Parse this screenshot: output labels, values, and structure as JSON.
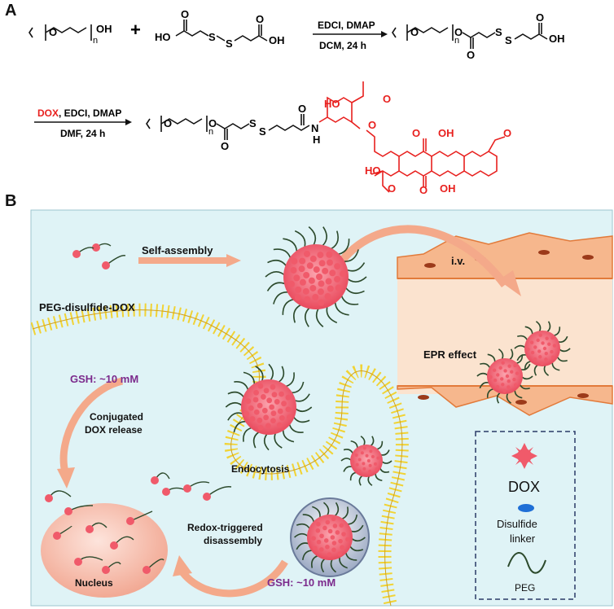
{
  "panel_a": {
    "letter": "A",
    "reagent_plus": "+",
    "step1_conditions": {
      "line1": "EDCI, DMAP",
      "line2": "DCM, 24 h"
    },
    "step2_conditions": {
      "dox": "DOX",
      "line1_rest": ", EDCI, DMAP",
      "line2": "DMF, 24 h"
    },
    "atom_labels": {
      "oh": "OH",
      "ho": "HO",
      "o": "O",
      "n": "n",
      "s": "S",
      "h": "H",
      "N": "N"
    }
  },
  "panel_b": {
    "letter": "B",
    "labels": {
      "self_assembly": "Self-assembly",
      "peg_disulfide_dox": "PEG-disulfide-DOX",
      "iv": "i.v.",
      "epr_effect": "EPR effect",
      "gsh_top": "GSH: ~10 mM",
      "conjugated_release_1": "Conjugated",
      "conjugated_release_2": "DOX release",
      "endocytosis": "Endocytosis",
      "redox_1": "Redox-triggered",
      "redox_2": "disassembly",
      "nucleus": "Nucleus",
      "gsh_bottom": "GSH: ~10 mM"
    },
    "legend": {
      "dox": "DOX",
      "disulfide_1": "Disulfide",
      "disulfide_2": "linker",
      "peg": "PEG"
    },
    "colors": {
      "background": "#dff3f6",
      "dox": "#f05a6a",
      "peg": "#2c4a2c",
      "disulfide": "#1f6fd6",
      "membrane_head": "#f1d335",
      "gsh_text": "#7b2a8c",
      "arrow": "#f4a98a",
      "dox_structure": "#e8201e"
    }
  }
}
